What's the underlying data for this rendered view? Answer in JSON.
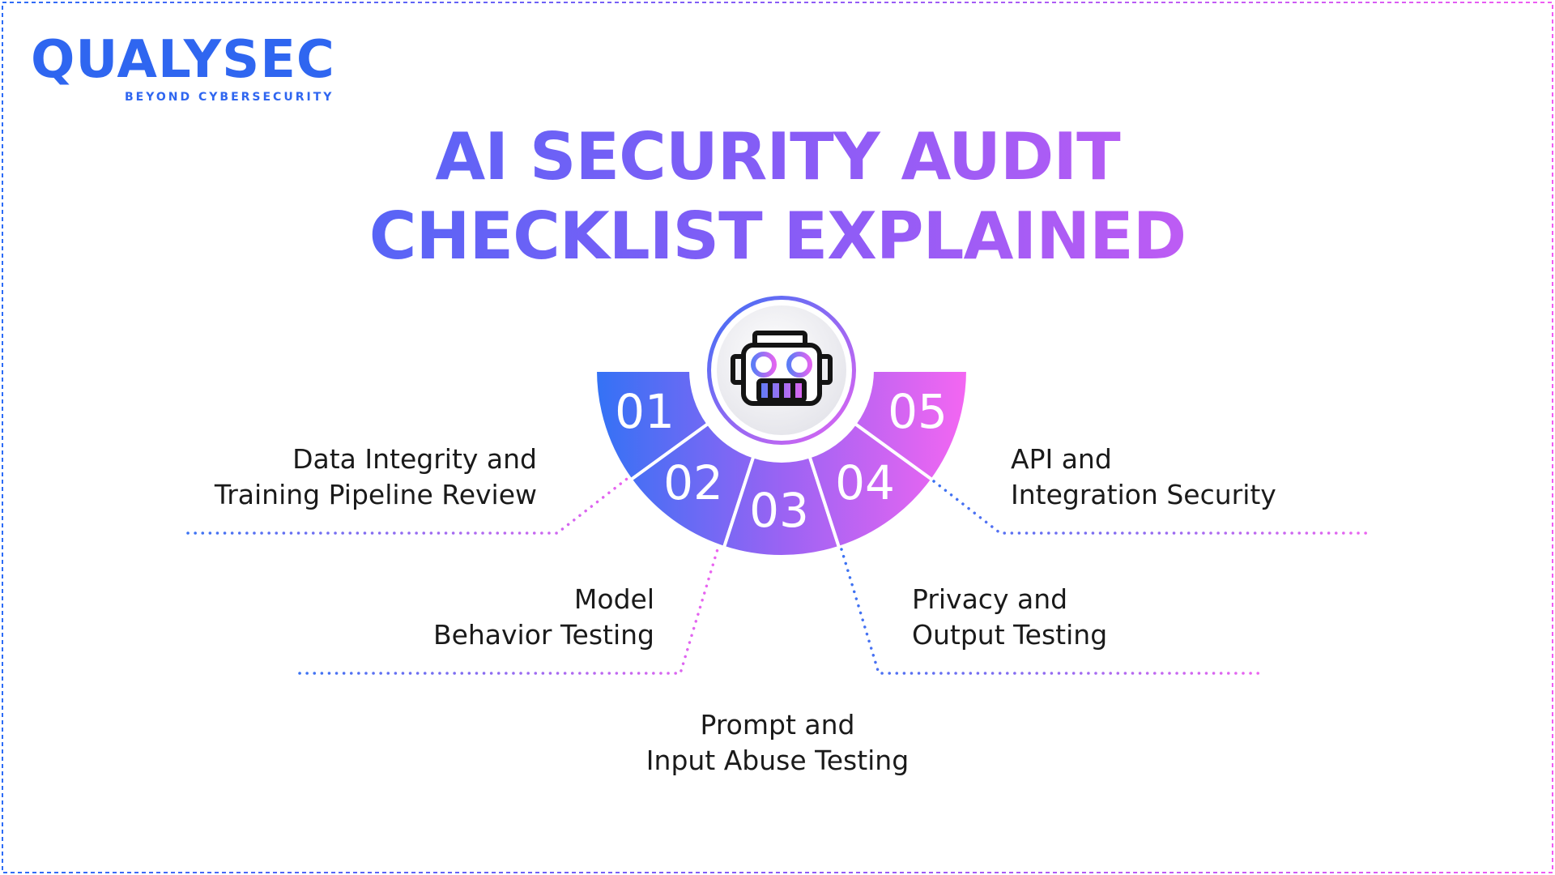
{
  "brand": {
    "name": "QUALYSEC",
    "tagline": "BEYOND CYBERSECURITY",
    "color": "#2f66f0"
  },
  "title": {
    "line1": "AI SECURITY AUDIT",
    "line2": "CHECKLIST EXPLAINED"
  },
  "colors": {
    "gradient_start": "#2d6cf6",
    "gradient_mid": "#8a5cf6",
    "gradient_end": "#f05cf2"
  },
  "center_icon": "robot-icon",
  "steps": [
    {
      "number": "01",
      "line1": "Data Integrity and",
      "line2": "Training Pipeline Review"
    },
    {
      "number": "02",
      "line1": "Model",
      "line2": "Behavior Testing"
    },
    {
      "number": "03",
      "line1": "Prompt and",
      "line2": "Input Abuse Testing"
    },
    {
      "number": "04",
      "line1": "Privacy and",
      "line2": "Output Testing"
    },
    {
      "number": "05",
      "line1": "API and",
      "line2": "Integration Security"
    }
  ]
}
